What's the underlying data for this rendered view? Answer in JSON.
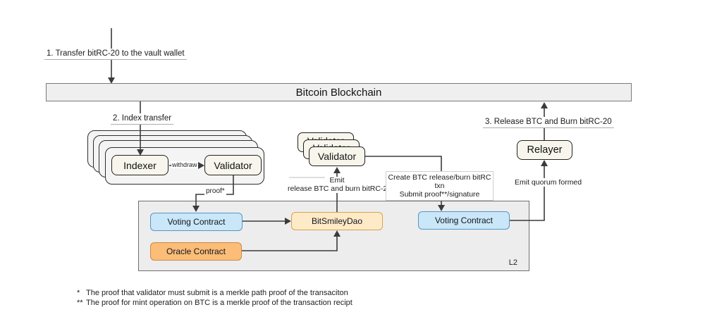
{
  "diagram": {
    "title_bar": "Bitcoin Blockchain",
    "steps": {
      "step1": "1. Transfer bitRC-20 to the vault wallet",
      "step2": "2. Index transfer",
      "step3": "3. Release BTC and Burn bitRC-20"
    },
    "nodes": {
      "indexer": "Indexer",
      "validator_left": "Validator",
      "validator_mid": "Validator",
      "relayer": "Relayer",
      "voting_contract_left": "Voting Contract",
      "bitsmiley_dao": "BitSmileyDao",
      "oracle_contract": "Oracle Contract",
      "voting_contract_right": "Voting Contract",
      "l2_label": "L2"
    },
    "edge_labels": {
      "withdraw": "withdraw",
      "proof": "proof*",
      "emit_release_line1": "Emit",
      "emit_release_line2": "release BTC and burn bitRC-20",
      "create_txn_line1": "Create BTC release/burn bitRC txn",
      "create_txn_line2": "Submit proof**/signature",
      "emit_quorum": "Emit quorum formed"
    },
    "footnotes": [
      {
        "marker": "*",
        "text": "The proof that validator must submit is a merkle path proof of the transaciton"
      },
      {
        "marker": "**",
        "text": "The proof for mint operation on BTC is a merkle proof of the transaction recipt"
      }
    ],
    "colors": {
      "voting_fill": "#c9e7f8",
      "voting_border": "#5795c4",
      "dao_fill": "#fdeac6",
      "dao_border": "#d9a24c",
      "oracle_fill": "#fbbd77",
      "oracle_border": "#c9884a",
      "node_fill": "#f8f6ec",
      "line": "#3b3b3b"
    }
  }
}
